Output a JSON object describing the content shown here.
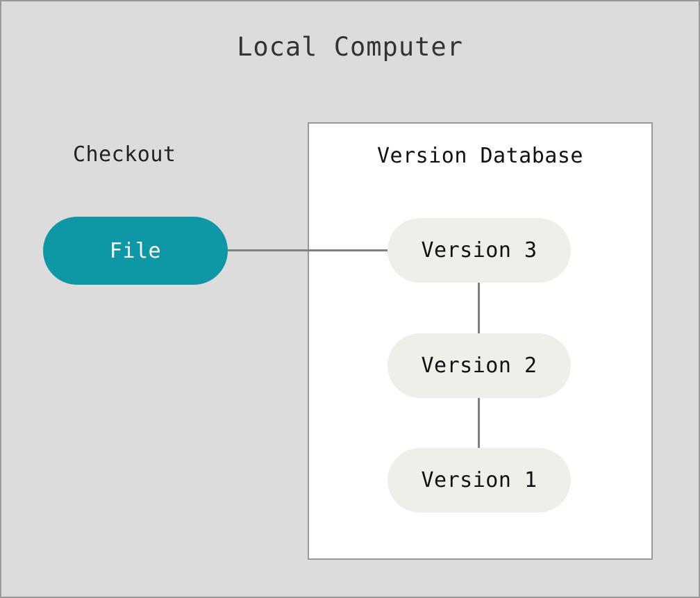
{
  "diagram": {
    "title": "Local Computer",
    "background_color": "#dcdcdc",
    "border_color": "#999999",
    "connector_color": "#808080",
    "groups": {
      "checkout": {
        "label": "Checkout"
      },
      "version_database": {
        "label": "Version Database",
        "background_color": "#ffffff"
      }
    },
    "nodes": {
      "file": {
        "label": "File",
        "fill_color": "#0e97a4",
        "text_color": "#ffffff"
      },
      "versions": [
        {
          "label": "Version 3",
          "fill_color": "#efefea",
          "text_color": "#111111"
        },
        {
          "label": "Version 2",
          "fill_color": "#efefea",
          "text_color": "#111111"
        },
        {
          "label": "Version 1",
          "fill_color": "#efefea",
          "text_color": "#111111"
        }
      ]
    }
  }
}
